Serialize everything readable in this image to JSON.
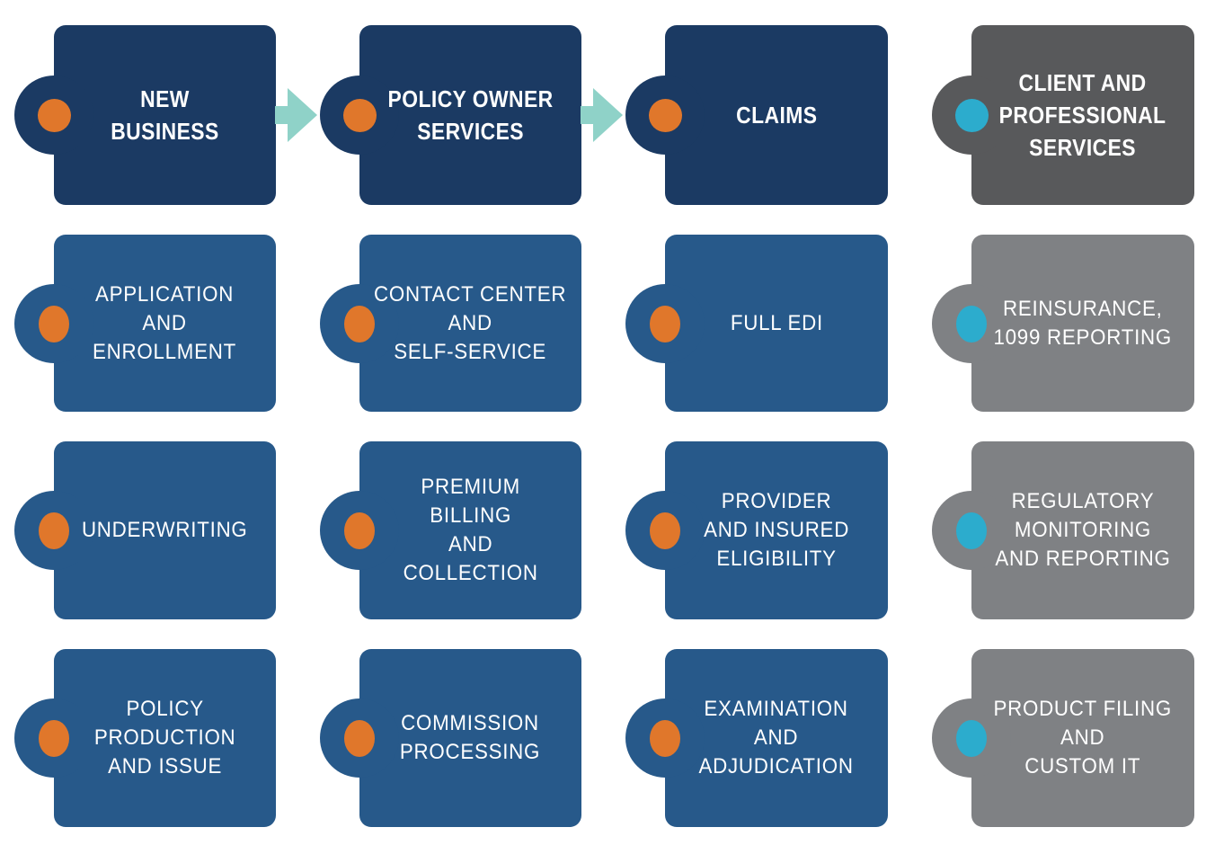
{
  "colors": {
    "header-navy": "#1b3a63",
    "body-blue": "#27598a",
    "header-gray": "#58595b",
    "body-gray": "#7f8184",
    "dot-orange": "#e0772b",
    "dot-teal": "#2caccd",
    "arrow-teal": "#8fd2c8",
    "text-white": "#ffffff"
  },
  "arrows": [
    {
      "from": "NEW BUSINESS",
      "to": "POLICY OWNER SERVICES"
    },
    {
      "from": "POLICY OWNER SERVICES",
      "to": "CLAIMS"
    }
  ],
  "grid": {
    "rows": [
      {
        "cells": [
          {
            "label": "NEW\nBUSINESS",
            "role": "header",
            "palette": "navy",
            "dot": "orange"
          },
          {
            "label": "POLICY OWNER\nSERVICES",
            "role": "header",
            "palette": "navy",
            "dot": "orange"
          },
          {
            "label": "CLAIMS",
            "role": "header",
            "palette": "navy",
            "dot": "orange"
          },
          {
            "label": "CLIENT AND\nPROFESSIONAL\nSERVICES",
            "role": "header",
            "palette": "dark-gray",
            "dot": "teal"
          }
        ]
      },
      {
        "cells": [
          {
            "label": "APPLICATION\nAND\nENROLLMENT",
            "role": "step",
            "palette": "blue",
            "dot": "orange"
          },
          {
            "label": "CONTACT CENTER\nAND\nSELF-SERVICE",
            "role": "step",
            "palette": "blue",
            "dot": "orange"
          },
          {
            "label": "FULL EDI",
            "role": "step",
            "palette": "blue",
            "dot": "orange"
          },
          {
            "label": "REINSURANCE,\n1099 REPORTING",
            "role": "step",
            "palette": "gray",
            "dot": "teal"
          }
        ]
      },
      {
        "cells": [
          {
            "label": "UNDERWRITING",
            "role": "step",
            "palette": "blue",
            "dot": "orange"
          },
          {
            "label": "PREMIUM\nBILLING\nAND\nCOLLECTION",
            "role": "step",
            "palette": "blue",
            "dot": "orange"
          },
          {
            "label": "PROVIDER\nAND INSURED\nELIGIBILITY",
            "role": "step",
            "palette": "blue",
            "dot": "orange"
          },
          {
            "label": "REGULATORY\nMONITORING\nAND REPORTING",
            "role": "step",
            "palette": "gray",
            "dot": "teal"
          }
        ]
      },
      {
        "cells": [
          {
            "label": "POLICY\nPRODUCTION\nAND ISSUE",
            "role": "step",
            "palette": "blue",
            "dot": "orange"
          },
          {
            "label": "COMMISSION\nPROCESSING",
            "role": "step",
            "palette": "blue",
            "dot": "orange"
          },
          {
            "label": "EXAMINATION\nAND\nADJUDICATION",
            "role": "step",
            "palette": "blue",
            "dot": "orange"
          },
          {
            "label": "PRODUCT FILING\nAND\nCUSTOM IT",
            "role": "step",
            "palette": "gray",
            "dot": "teal"
          }
        ]
      }
    ]
  }
}
